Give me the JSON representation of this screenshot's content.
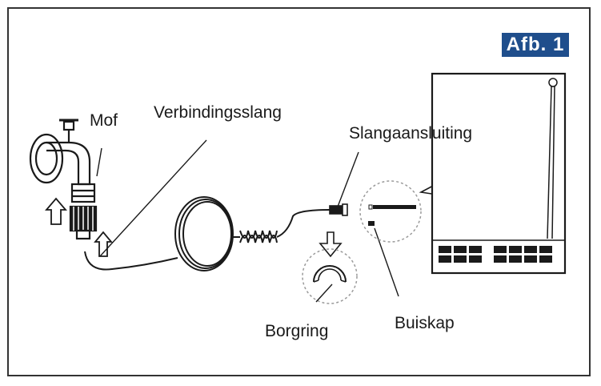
{
  "figure": {
    "badge": "Afb. 1"
  },
  "labels": {
    "mof": "Mof",
    "verbindingsslang": "Verbindingsslang",
    "slangaansluiting": "Slangaansluiting",
    "borgring": "Borgring",
    "buiskap": "Buiskap"
  },
  "colors": {
    "badge_bg": "#1f4e8c",
    "stroke": "#1a1a1a",
    "dashed": "#9a9a9a"
  }
}
